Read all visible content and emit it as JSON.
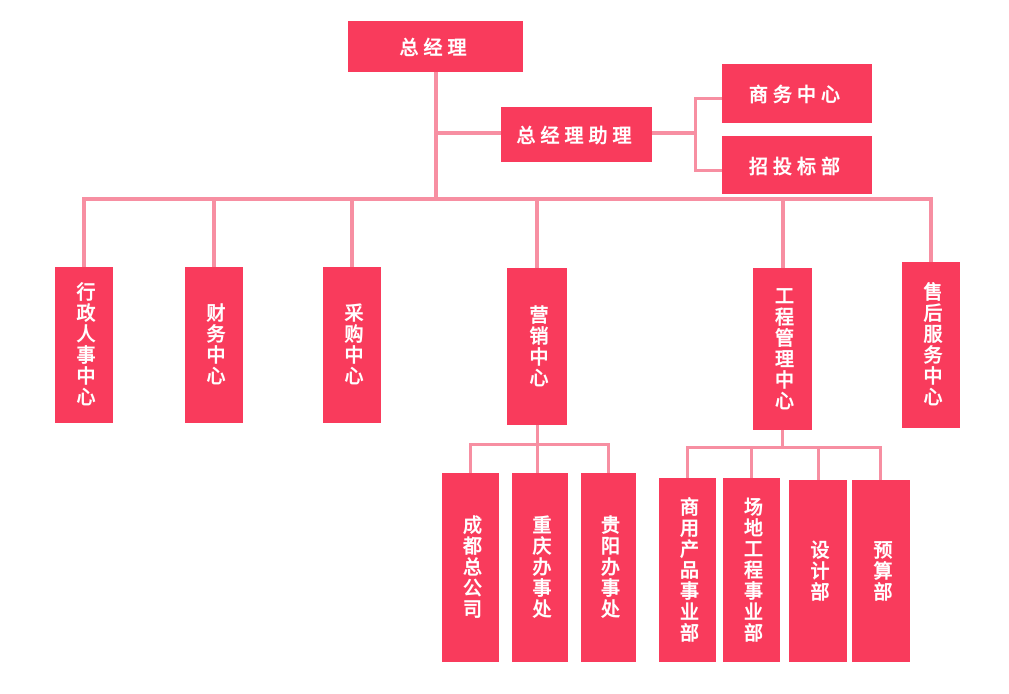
{
  "colors": {
    "box_fill": "#F93B5C",
    "connector": "#F78FA2",
    "box_text": "#FFFFFF",
    "background": "#FFFFFF"
  },
  "org_chart": {
    "general_manager": {
      "label": "总经理"
    },
    "assistant": {
      "label": "总经理助理"
    },
    "assistant_departments": {
      "business_center": {
        "label": "商务中心"
      },
      "bidding_department": {
        "label": "招投标部"
      }
    },
    "centers": {
      "admin_hr_center": {
        "label": "行政人事中心"
      },
      "finance_center": {
        "label": "财务中心"
      },
      "procurement_center": {
        "label": "采购中心"
      },
      "marketing_center": {
        "label": "营销中心"
      },
      "engineering_center": {
        "label": "工程管理中心"
      },
      "after_sales_center": {
        "label": "售后服务中心"
      }
    },
    "marketing_children": {
      "chengdu_hq": {
        "label": "成都总公司"
      },
      "chongqing_office": {
        "label": "重庆办事处"
      },
      "guiyang_office": {
        "label": "贵阳办事处"
      }
    },
    "engineering_children": {
      "commercial_products_division": {
        "label": "商用产品事业部"
      },
      "site_engineering_division": {
        "label": "场地工程事业部"
      },
      "design_department": {
        "label": "设计部"
      },
      "budget_department": {
        "label": "预算部"
      }
    }
  }
}
